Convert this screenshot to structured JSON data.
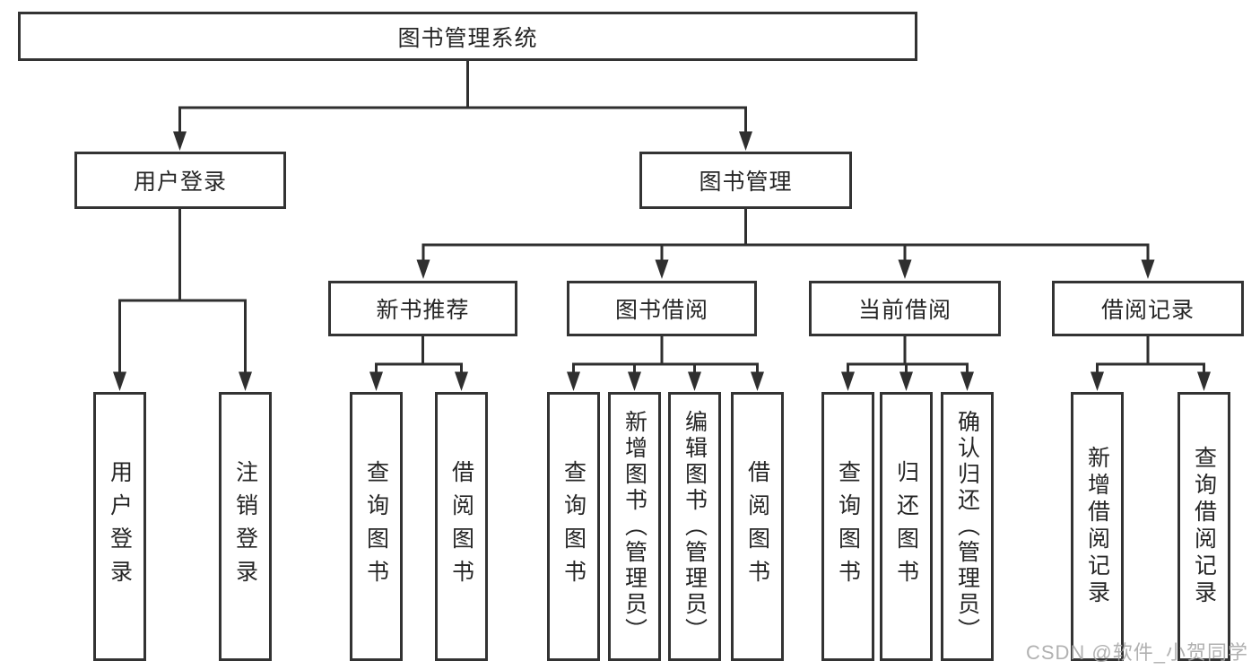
{
  "diagram": {
    "root": {
      "label": "图书管理系统"
    },
    "level2": {
      "user_login": {
        "label": "用户登录"
      },
      "book_management": {
        "label": "图书管理"
      }
    },
    "level3": {
      "new_book_recommendation": {
        "label": "新书推荐"
      },
      "book_borrowing": {
        "label": "图书借阅"
      },
      "current_borrowing": {
        "label": "当前借阅"
      },
      "borrowing_records": {
        "label": "借阅记录"
      }
    },
    "leaves": {
      "user_login": [
        "用户登录",
        "注销登录"
      ],
      "recommendation": [
        "查询图书",
        "借阅图书"
      ],
      "borrowing": [
        "查询图书",
        "新增图书（管理员）",
        "编辑图书（管理员）",
        "借阅图书"
      ],
      "current": [
        "查询图书",
        "归还图书",
        "确认归还（管理员）"
      ],
      "records": [
        "新增借阅记录",
        "查询借阅记录"
      ]
    },
    "colors": {
      "line": "#2f2f2f",
      "box_border": "#333333",
      "box_fill": "#ffffff",
      "text": "#262626"
    }
  },
  "watermark": {
    "text": "CSDN @软件_小贺同学",
    "color": "#a8a8a8"
  }
}
